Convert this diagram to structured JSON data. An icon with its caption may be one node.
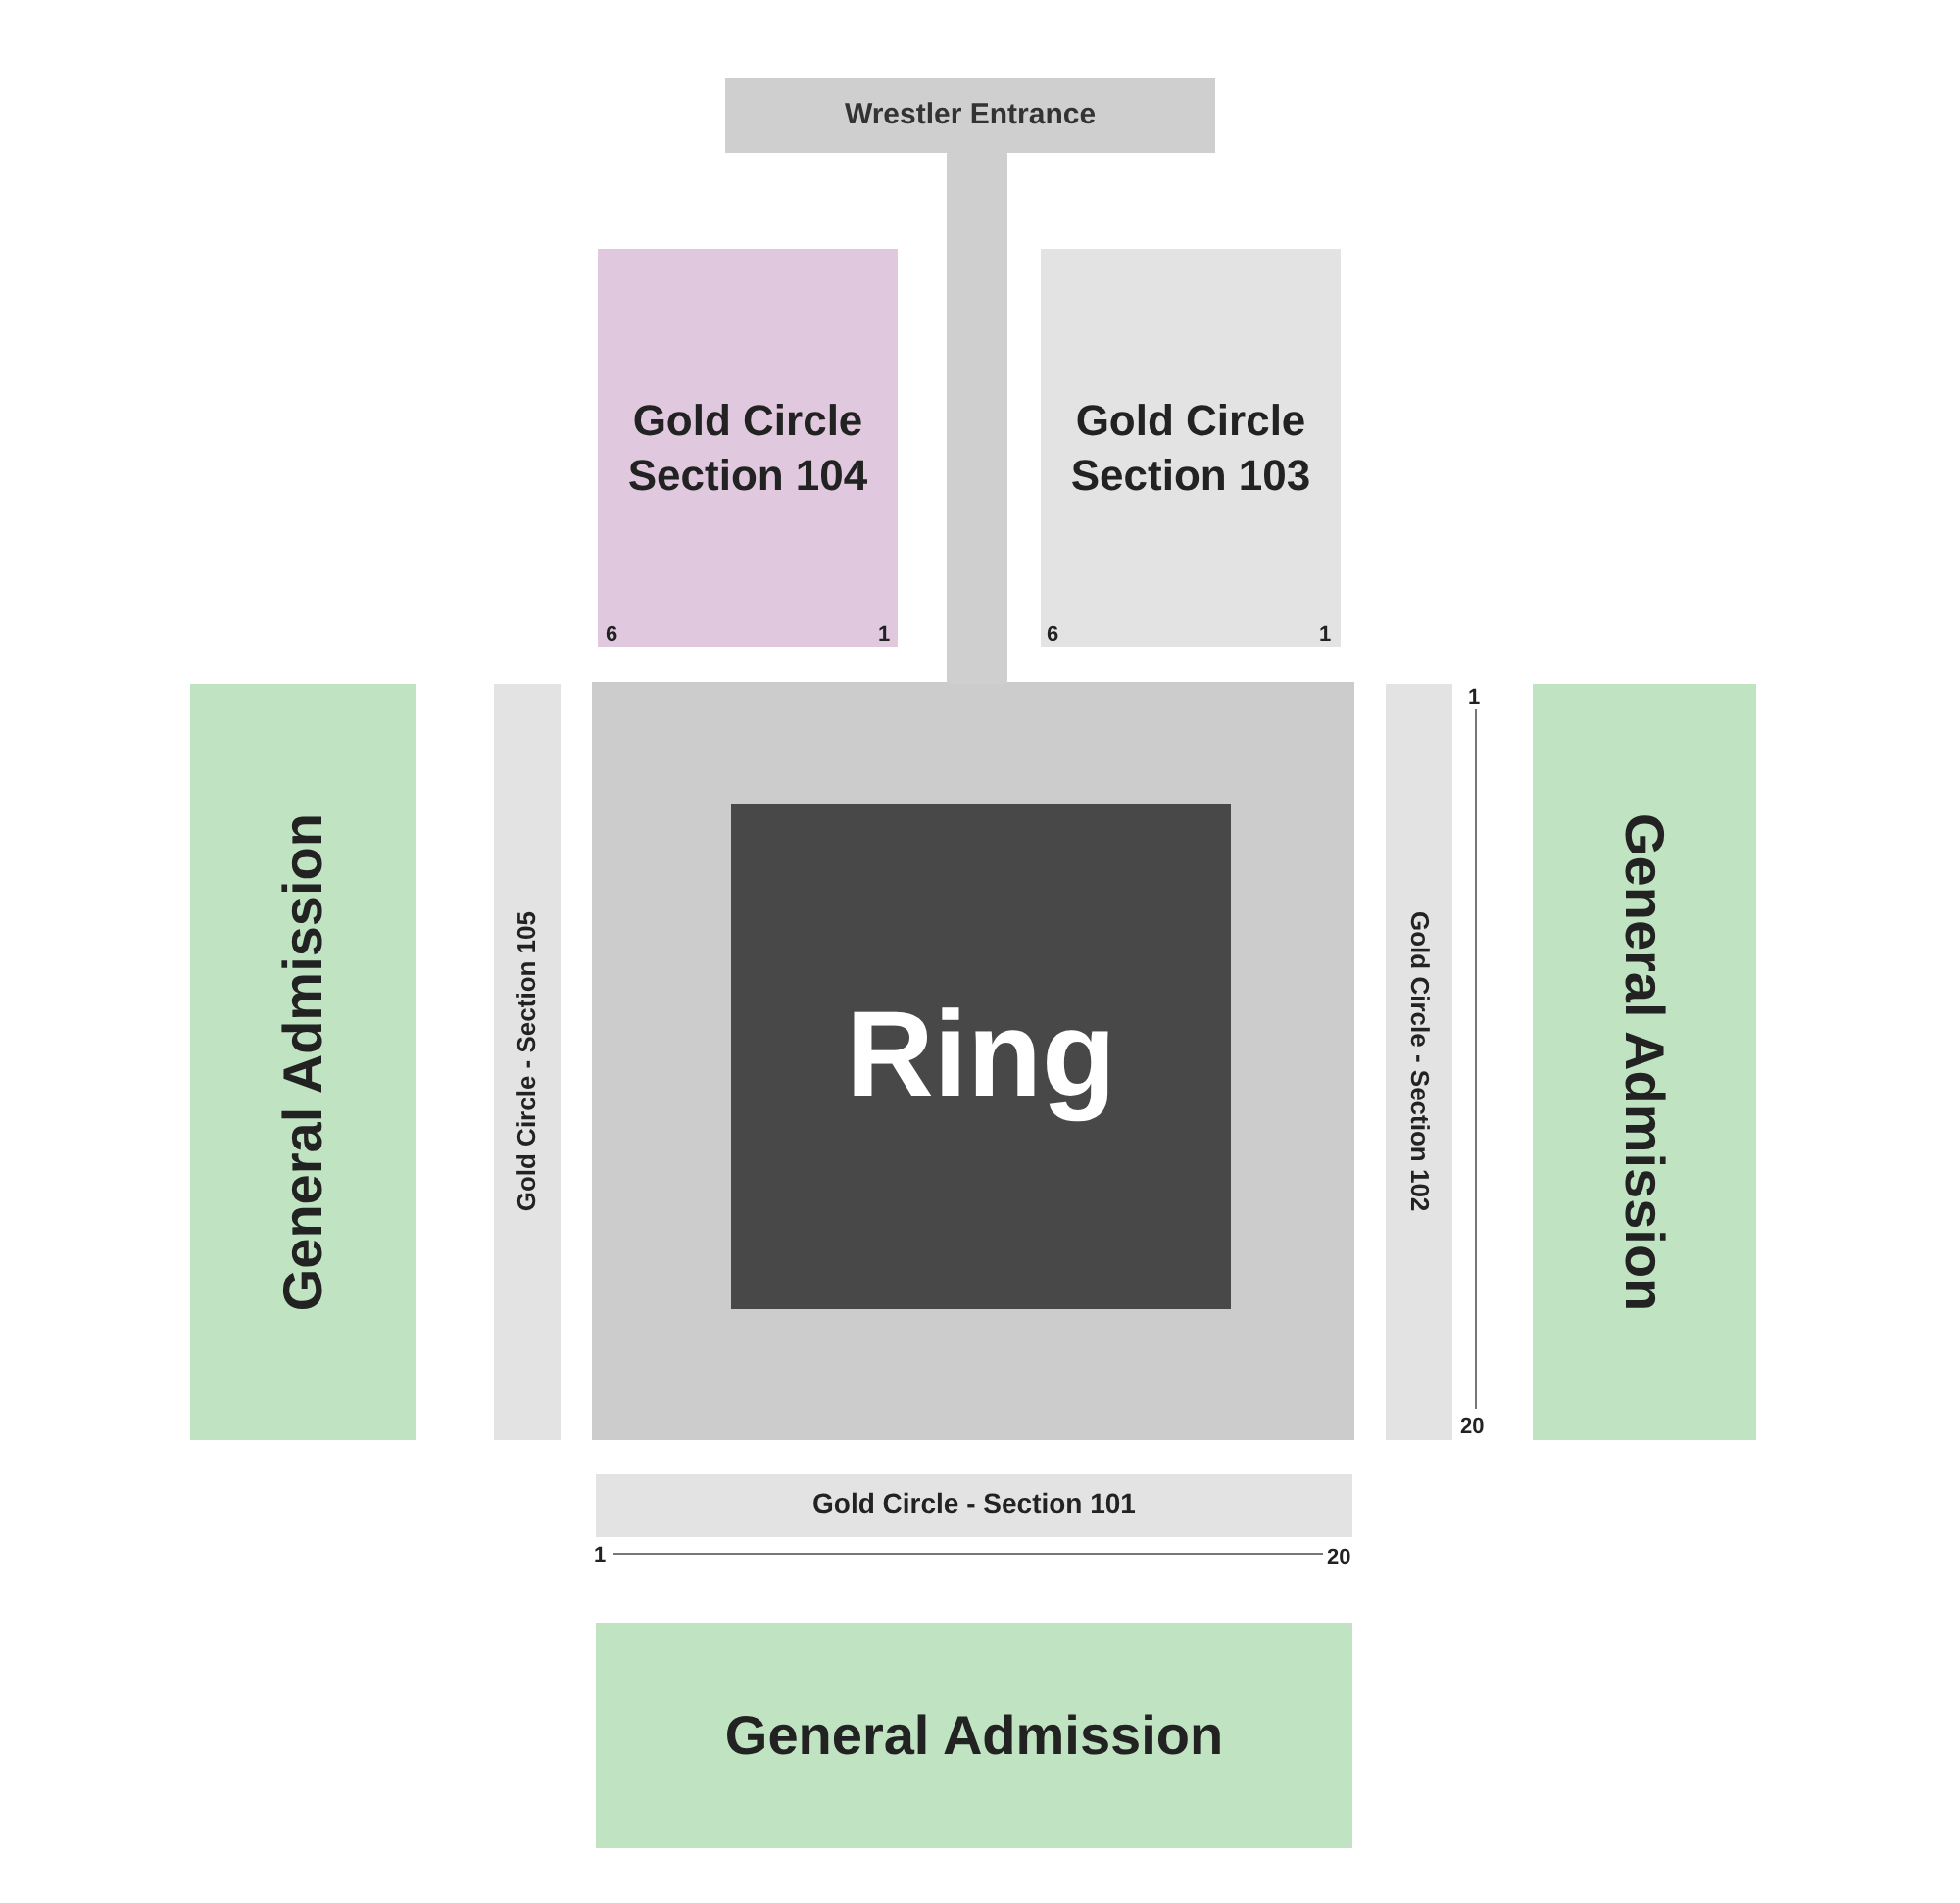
{
  "diagram": {
    "nodes": [
      {
        "text": [
          "Wrestler Entrance"
        ]
      },
      {
        "text": [
          "Gold Circle Section 104"
        ]
      },
      {
        "text": [
          "Gold Circle Section 103"
        ]
      },
      {
        "text": [
          "General Admission"
        ]
      },
      {
        "text": [
          "Gold Circle - Section 105"
        ]
      },
      {
        "text": [],
        "shape": "box"
      },
      {
        "text": [
          "Ring"
        ],
        "in": 5
      },
      {
        "text": [
          "Gold Circle - Section 102"
        ]
      },
      {
        "text": [
          "General Admission"
        ]
      },
      {
        "text": [
          "Gold Circle - Section 101"
        ]
      },
      {
        "text": [
          "General Admission"
        ]
      },
      {
        "text": [],
        "shape": "bar"
      }
    ],
    "labels": [
      "6",
      "1",
      "6",
      "1",
      "1",
      "20",
      "1",
      "20"
    ]
  }
}
